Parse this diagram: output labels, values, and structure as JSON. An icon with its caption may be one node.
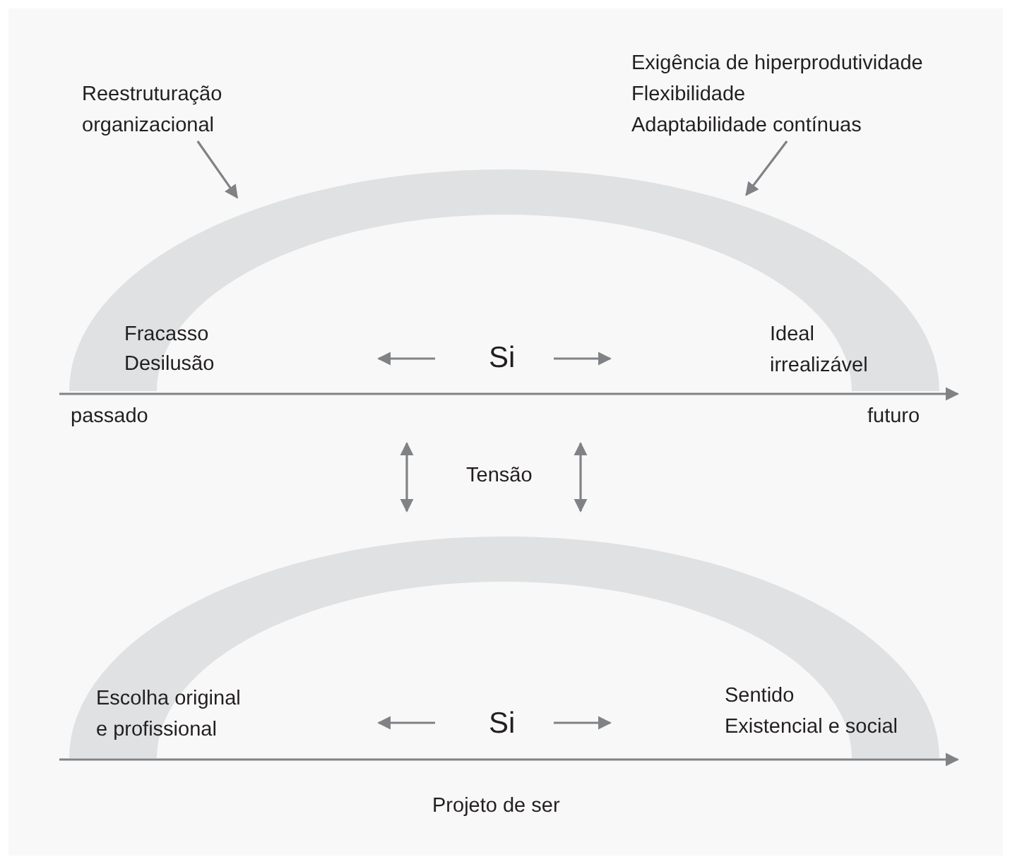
{
  "diagram": {
    "nodes": [
      {
        "text": [
          "Reestruturação organizacional"
        ]
      },
      {
        "text": [
          "Exigência de hiperprodutividade",
          "Flexibilidade",
          "Adaptabilidade contínuas"
        ]
      },
      {
        "text": [],
        "shape": "band"
      },
      {
        "text": [],
        "shape": "band"
      }
    ],
    "edges": [
      {
        "from": 0,
        "to": 2,
        "arrow": "to"
      },
      {
        "from": 1,
        "to": 2,
        "arrow": "to"
      }
    ],
    "labels": [
      "Fracasso",
      "Desilusão",
      "Si",
      "Ideal irrealizável",
      "passado",
      "futuro",
      "Tensão",
      "Escolha original e profissional",
      "Si",
      "Sentido",
      "Existencial e social",
      "Projeto de ser"
    ]
  }
}
